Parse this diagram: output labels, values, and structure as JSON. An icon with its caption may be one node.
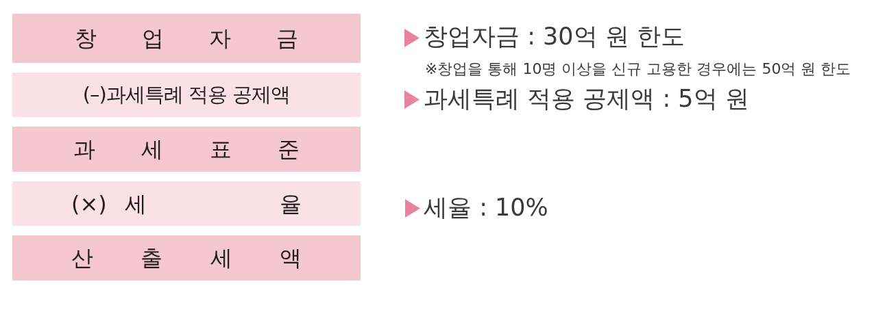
{
  "diagram": {
    "nodes": [
      {
        "text": [
          "창 업 자 금"
        ]
      },
      {
        "text": [
          "(–)과세특례 적용 공제액"
        ]
      },
      {
        "text": [
          "과 세 표 준"
        ]
      },
      {
        "text": [
          "(×) 세 율"
        ]
      },
      {
        "text": [
          "산 출 세 액"
        ]
      }
    ],
    "labels": [
      "창업자금 : 30억 원 한도",
      "※창업을 통해 10명 이상을 신규 고용한 경우에는 50억 원 한도",
      "과세특례 적용 공제액 : 5억 원",
      "세율 : 10%"
    ]
  }
}
